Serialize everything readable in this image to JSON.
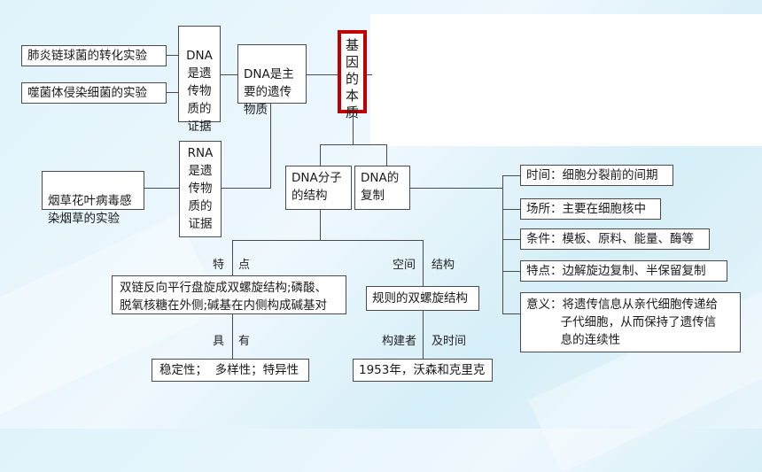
{
  "boxes": {
    "pneumococcus": "肺炎链球菌的转化实验",
    "phage": "噬菌体侵染细菌的实验",
    "dna_evidence": "DNA\n是遗\n传物\n质的\n证据",
    "dna_main": "DNA是主\n要的遗传\n物质",
    "core": "基\n因\n的\n本\n质",
    "tmv": "烟草花叶病毒感\n染烟草的实验",
    "rna_evidence": "RNA\n是遗\n传物\n质的\n证据",
    "dna_structure": "DNA分子\n的结构",
    "dna_replication": "DNA的\n复制",
    "feature_desc": "双链反向平行盘旋成双螺旋结构;磷酸、\n脱氧核糖在外侧;碱基在内侧构成碱基对",
    "spatial_desc": "规则的双螺旋结构",
    "properties": "稳定性；  多样性；特异性",
    "builders": "1953年，沃森和克里克",
    "time": "时间：细胞分裂前的间期",
    "place": "场所：主要在细胞核中",
    "conditions": "条件：模板、原料、能量、酶等",
    "traits": "特点：边解旋边复制、半保留复制",
    "meaning": "意义：将遗传信息从亲代细胞传递给\n         子代细胞，从而保持了遗传信\n         息的连续性"
  },
  "labels": {
    "te": "特",
    "dian": "点",
    "kongjian": "空间",
    "jiegou": "结构",
    "ju": "具",
    "you": "有",
    "goujianzhe": "构建者",
    "jishijian": "及时间"
  }
}
